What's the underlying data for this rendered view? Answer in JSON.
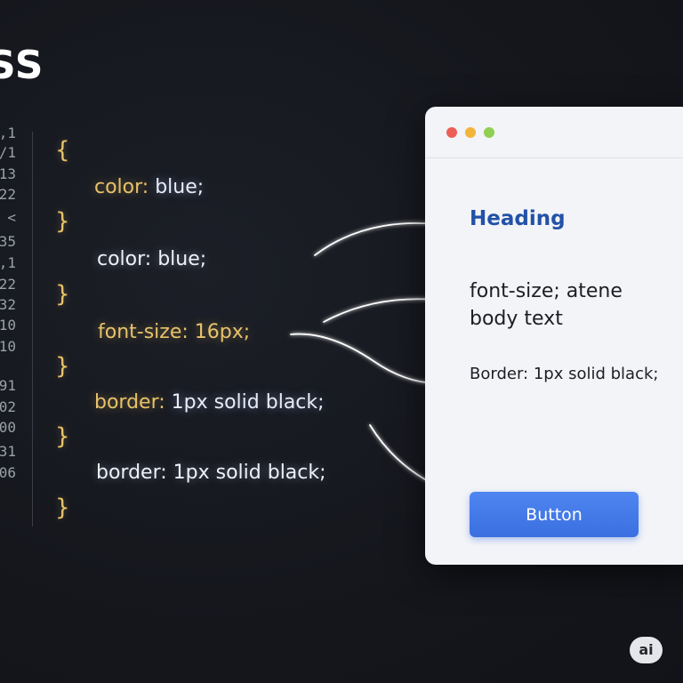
{
  "page": {
    "title": "SS"
  },
  "gutter": [
    ",1",
    "/1",
    "13",
    "22",
    "<",
    "35",
    ",1",
    "22",
    "32",
    "10",
    "10",
    "91",
    "02",
    "00",
    "31",
    "06"
  ],
  "code": {
    "brace_open": "{",
    "brace_close": "}",
    "line1": {
      "prop": "color:",
      "val": "blue;"
    },
    "line2": {
      "text": "color: blue;"
    },
    "line3": {
      "prop": "font-size:",
      "val": "16px;"
    },
    "line4": {
      "prop": "border:",
      "val": "1px solid black;"
    },
    "line5": {
      "text": "border: 1px solid black;"
    }
  },
  "preview": {
    "heading": "Heading",
    "body_line1": "font-size; atene",
    "body_line2": "body text",
    "border_text": "Border: 1px solid black;",
    "button_label": "Button"
  },
  "badge": "ai",
  "colors": {
    "background": "#15171d",
    "property": "#e8c26a",
    "heading": "#2252a8",
    "button": "#3f78e8",
    "dot_red": "#ec5f57",
    "dot_yellow": "#f3b43a",
    "dot_green": "#8fcf52"
  }
}
